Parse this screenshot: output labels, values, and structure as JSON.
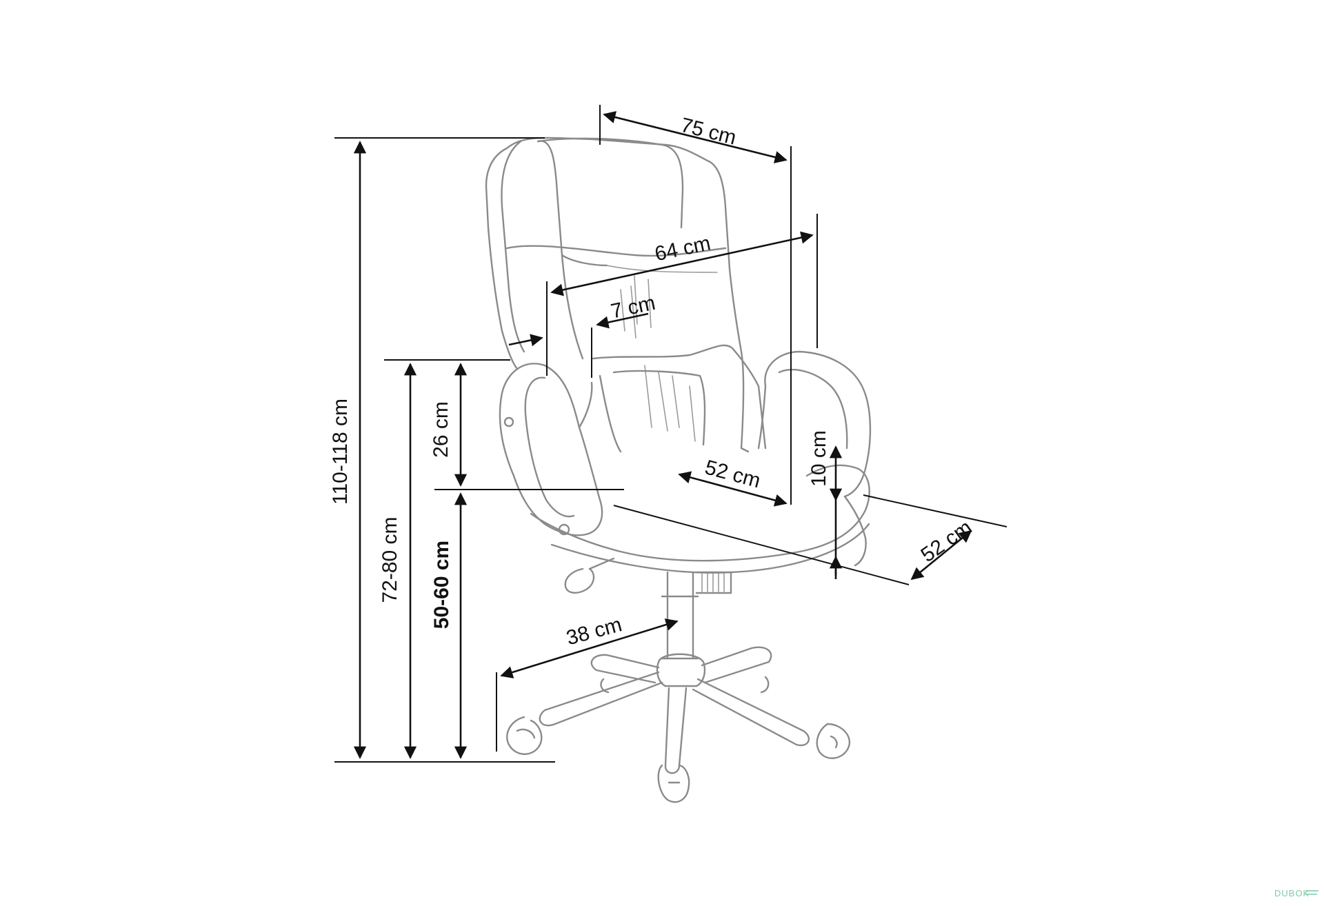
{
  "dimensions": {
    "overall_height": "110-118 cm",
    "armrest_height": "72-80 cm",
    "seat_height": "50-60 cm",
    "armrest_above_seat": "26 cm",
    "overall_width": "75 cm",
    "inner_width": "64 cm",
    "armrest_width": "7 cm",
    "seat_width": "52 cm",
    "seat_depth": "52 cm",
    "seat_cushion_thickness": "10 cm",
    "base_radius": "38 cm"
  },
  "watermark": "DUBOK",
  "colors": {
    "outline": "#8a8a8a",
    "dimension": "#111111",
    "watermark": "#7fc9a8"
  }
}
